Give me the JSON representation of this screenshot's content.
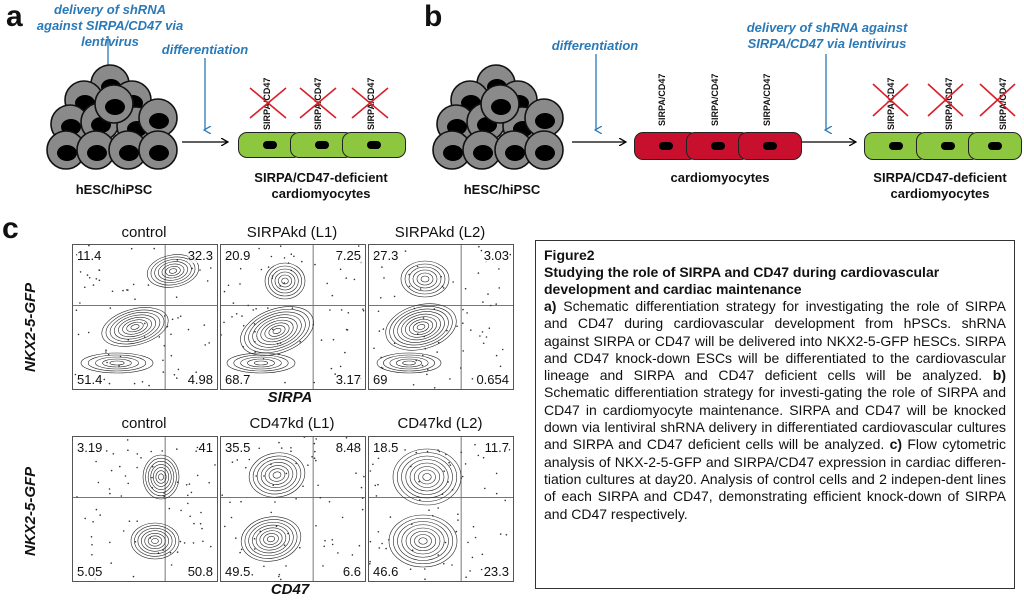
{
  "panels": {
    "a": {
      "letter": "a",
      "delivery_label": "delivery of shRNA against SIRPA/CD47 via lentivirus",
      "differentiation_label": "differentiation",
      "stem_label": "hESC/hiPSC",
      "result_label": "SIRPA/CD47-deficient cardiomyocytes",
      "cell_marker": "SIRPA/CD47"
    },
    "b": {
      "letter": "b",
      "differentiation_label": "differentiation",
      "delivery_label": "delivery of shRNA against SIRPA/CD47 via lentivirus",
      "stem_label": "hESC/hiPSC",
      "mid_label": "cardiomyocytes",
      "result_label": "SIRPA/CD47-deficient cardiomyocytes",
      "cell_marker": "SIRPA/CD47"
    },
    "c": {
      "letter": "c",
      "y_axis_label": "NKX2-5-GFP",
      "top_row": {
        "x_axis_label": "SIRPA",
        "plots": [
          {
            "title": "control",
            "ul": "11.4",
            "ur": "32.3",
            "ll": "51.4",
            "lr": "4.98"
          },
          {
            "title": "SIRPAkd (L1)",
            "ul": "20.9",
            "ur": "7.25",
            "ll": "68.7",
            "lr": "3.17"
          },
          {
            "title": "SIRPAkd (L2)",
            "ul": "27.3",
            "ur": "3.03",
            "ll": "69",
            "lr": "0.654"
          }
        ]
      },
      "bottom_row": {
        "x_axis_label": "CD47",
        "plots": [
          {
            "title": "control",
            "ul": "3.19",
            "ur": "41",
            "ll": "5.05",
            "lr": "50.8"
          },
          {
            "title": "CD47kd (L1)",
            "ul": "35.5",
            "ur": "8.48",
            "ll": "49.5",
            "lr": "6.6"
          },
          {
            "title": "CD47kd (L2)",
            "ul": "18.5",
            "ur": "11.7",
            "ll": "46.6",
            "lr": "23.3"
          }
        ]
      }
    }
  },
  "caption": {
    "figure": "Figure2",
    "title": "Studying the role of SIRPA and CD47 during cardiovascular development and cardiac maintenance",
    "a_label": "a)",
    "a_text": " Schematic differentiation strategy for investigating the role of SIRPA and CD47 during cardiovascular development from hPSCs. shRNA against SIRPA or CD47 will be delivered into NKX2-5-GFP hESCs. SIRPA and CD47 knock-down ESCs will be differentiated to the cardiovascular lineage and SIRPA and CD47 deficient cells will be analyzed.",
    "b_label": "b)",
    "b_text": " Schematic differentiation strategy for investi-gating the role of SIRPA and CD47 in cardiomyocyte maintenance. SIRPA and CD47 will be knocked down via lentiviral shRNA delivery in differentiated cardiovascular cultures and SIRPA and CD47 deficient cells will be analyzed.",
    "c_label": "c)",
    "c_text": " Flow cytometric analysis of NKX-2-5-GFP and SIRPA/CD47 expression in cardiac differen-tiation cultures at day20. Analysis of control cells and 2 indepen-dent lines of each SIRPA and CD47, demonstrating efficient knock-down of SIRPA and CD47 respectively."
  }
}
